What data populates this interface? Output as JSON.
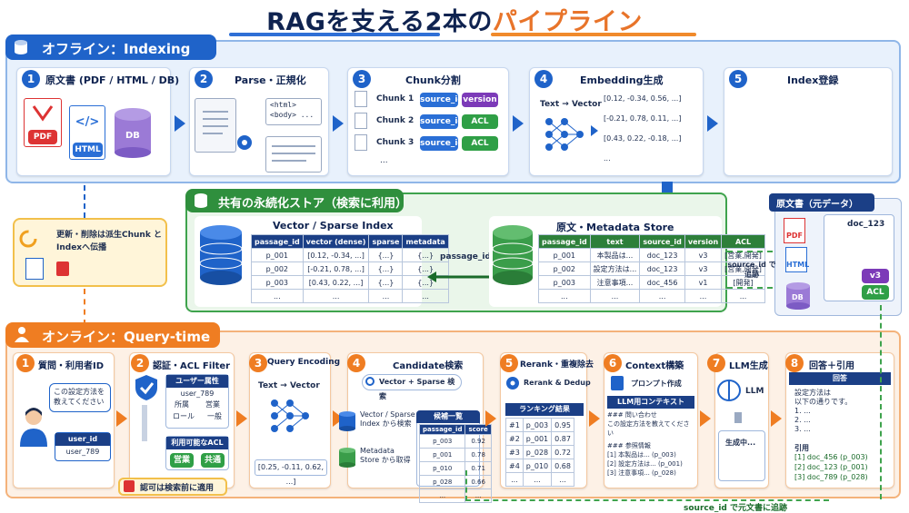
{
  "title": {
    "main": "RAGを支える2本の",
    "accent": "パイプライン"
  },
  "offline": {
    "header": "オフライン：Indexing",
    "steps": [
      {
        "n": "1",
        "label": "原文書 (PDF / HTML / DB)",
        "pdf": "PDF",
        "html": "HTML",
        "db": "DB"
      },
      {
        "n": "2",
        "label": "Parse・正規化",
        "code1": "<html>",
        "code2": "<body> ..."
      },
      {
        "n": "3",
        "label": "Chunk分割",
        "chunks": [
          "Chunk 1",
          "Chunk 2",
          "Chunk 3"
        ],
        "tags": [
          [
            "source_id",
            "version"
          ],
          [
            "source_id",
            "ACL"
          ],
          [
            "source_id",
            "ACL"
          ]
        ],
        "more": "..."
      },
      {
        "n": "4",
        "label": "Embedding生成",
        "tv": "Text → Vector",
        "vecs": [
          "[0.12, -0.34, 0.56, ...]",
          "[-0.21, 0.78, 0.11, ...]",
          "[0.43, 0.22, -0.18, ...]"
        ],
        "more": "..."
      },
      {
        "n": "5",
        "label": "Index登録"
      }
    ]
  },
  "sync": {
    "text": "更新・削除は派生Chunk とIndexへ伝播"
  },
  "store": {
    "header": "共有の永続化ストア（検索に利用）",
    "vector": {
      "title": "Vector / Sparse Index",
      "cols": [
        "passage_id",
        "vector (dense)",
        "sparse",
        "metadata"
      ],
      "rows": [
        [
          "p_001",
          "[0.12, -0.34, ...]",
          "{...}",
          "{...}"
        ],
        [
          "p_002",
          "[-0.21, 0.78, ...]",
          "{...}",
          "{...}"
        ],
        [
          "p_003",
          "[0.43, 0.22, ...]",
          "{...}",
          "{...}"
        ],
        [
          "...",
          "...",
          "...",
          "..."
        ]
      ]
    },
    "link": "passage_id",
    "meta": {
      "title": "原文・Metadata Store",
      "cols": [
        "passage_id",
        "text",
        "source_id",
        "version",
        "ACL"
      ],
      "rows": [
        [
          "p_001",
          "本製品は...",
          "doc_123",
          "v3",
          "[営業,開発]"
        ],
        [
          "p_002",
          "設定方法は...",
          "doc_123",
          "v3",
          "[営業,開発]"
        ],
        [
          "p_003",
          "注意事項...",
          "doc_456",
          "v1",
          "[開発]"
        ],
        [
          "...",
          "...",
          "...",
          "...",
          "..."
        ]
      ]
    }
  },
  "source": {
    "title": "原文書（元データ）",
    "doc": "doc_123",
    "pdf": "PDF",
    "html": "HTML",
    "db": "DB",
    "v": "v3",
    "acl": "ACL",
    "trace": "source_id で追跡"
  },
  "online": {
    "header": "オンライン：Query-time",
    "s1": {
      "n": "1",
      "label": "質問・利用者ID",
      "bubble": "この設定方法を教えてください",
      "uid_k": "user_id",
      "uid_v": "user_789"
    },
    "s2": {
      "n": "2",
      "label": "認証・ACL Filter",
      "attr": "ユーザー属性",
      "uid": "user_789",
      "dept_k": "所属",
      "dept_v": "営業",
      "role_k": "ロール",
      "role_v": "一般",
      "acl": "利用可能なACL",
      "acl1": "営業",
      "acl2": "共通",
      "note": "認可は検索前に適用"
    },
    "s3": {
      "n": "3",
      "label": "Query Encoding",
      "tv": "Text → Vector",
      "vec": "[0.25, -0.11, 0.62, ...]"
    },
    "s4": {
      "n": "4",
      "label": "Candidate検索",
      "search": "Vector + Sparse 検索",
      "a": "Vector / Sparse Index から検索",
      "b": "Metadata Store から取得",
      "list": "候補一覧",
      "cols": [
        "passage_id",
        "score"
      ],
      "rows": [
        [
          "p_003",
          "0.92"
        ],
        [
          "p_001",
          "0.78"
        ],
        [
          "p_010",
          "0.71"
        ],
        [
          "p_028",
          "0.66"
        ],
        [
          "...",
          "..."
        ]
      ]
    },
    "s5": {
      "n": "5",
      "label": "Rerank・重複除去",
      "sub": "Rerank & Dedup",
      "list": "ランキング結果",
      "rows": [
        [
          "#1",
          "p_003",
          "0.95"
        ],
        [
          "#2",
          "p_001",
          "0.87"
        ],
        [
          "#3",
          "p_028",
          "0.72"
        ],
        [
          "#4",
          "p_010",
          "0.68"
        ],
        [
          "...",
          "...",
          "..."
        ]
      ]
    },
    "s6": {
      "n": "6",
      "label": "Context構築",
      "sub": "プロンプト作成",
      "ctx": "LLM用コンテキスト",
      "l1": "### 問い合わせ",
      "l2": "この設定方法を教えてください",
      "l3": "### 参照情報",
      "l4": "[1] 本製品は... (p_003)",
      "l5": "[2] 設定方法は... (p_001)",
      "l6": "[3] 注意事項... (p_028)"
    },
    "s7": {
      "n": "7",
      "label": "LLM生成",
      "llm": "LLM",
      "gen": "生成中..."
    },
    "s8": {
      "n": "8",
      "label": "回答＋引用",
      "ans": "回答",
      "a1": "設定方法は",
      "a2": "以下の通りです。",
      "a3": "1. ...",
      "a4": "2. ...",
      "a5": "3. ...",
      "cite": "引用",
      "c1": "[1] doc_456 (p_003)",
      "c2": "[2] doc_123 (p_001)",
      "c3": "[3] doc_789 (p_028)"
    },
    "trace": "source_id で元文書に追跡"
  },
  "colors": {
    "blue": "#1f63c9",
    "orange": "#ef7d22",
    "green": "#2f8f3d"
  }
}
